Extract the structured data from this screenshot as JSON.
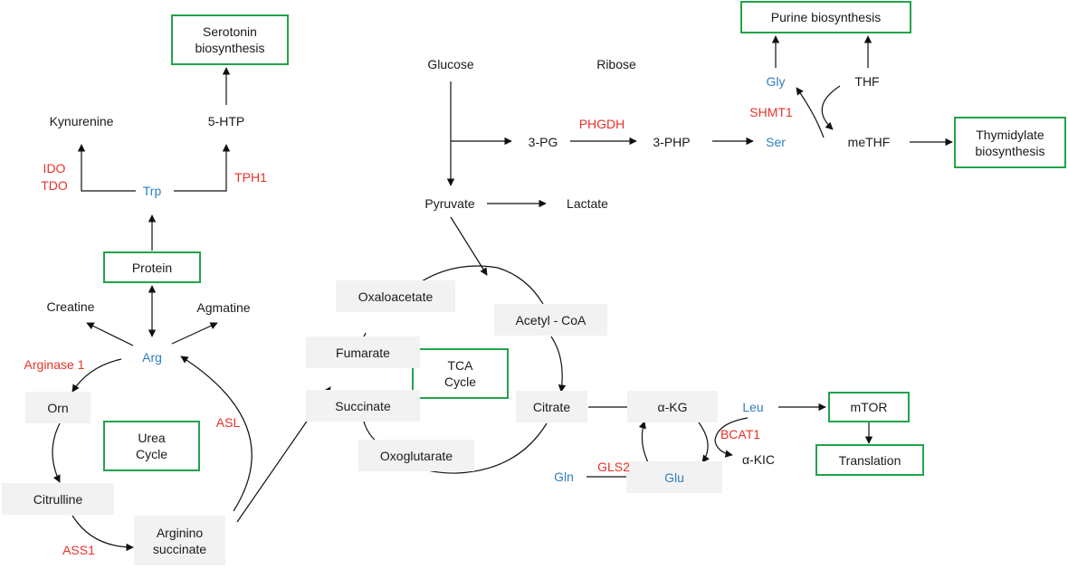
{
  "colors": {
    "metabolite": "#1a1a1a",
    "amino_acid": "#2e7fc1",
    "enzyme": "#e8322a",
    "process_box_border": "#22a34a",
    "intermediate_box": "#f2f2f2"
  },
  "process_boxes": {
    "serotonin": "Serotonin\nbiosynthesis",
    "protein": "Protein",
    "urea_cycle": "Urea\nCycle",
    "tca_cycle": "TCA\nCycle",
    "purine": "Purine biosynthesis",
    "thymidylate": "Thymidylate\nbiosynthesis",
    "mtor": "mTOR",
    "translation": "Translation"
  },
  "intermediate_boxes": {
    "orn": "Orn",
    "citrulline": "Citrulline",
    "argininosuccinate": "Arginino\nsuccinate",
    "oxaloacetate": "Oxaloacetate",
    "fumarate": "Fumarate",
    "succinate": "Succinate",
    "oxoglutarate": "Oxoglutarate",
    "acetyl_coa": "Acetyl - CoA",
    "citrate": "Citrate",
    "akg": "α-KG",
    "glu": "Glu"
  },
  "metabolites": {
    "kynurenine": "Kynurenine",
    "htp": "5-HTP",
    "creatine": "Creatine",
    "agmatine": "Agmatine",
    "glucose": "Glucose",
    "ribose": "Ribose",
    "pg": "3-PG",
    "php": "3-PHP",
    "pyruvate": "Pyruvate",
    "lactate": "Lactate",
    "thf": "THF",
    "methf": "meTHF",
    "akic": "α-KIC"
  },
  "amino_acids": {
    "trp": "Trp",
    "arg": "Arg",
    "gly": "Gly",
    "ser": "Ser",
    "leu": "Leu",
    "gln": "Gln"
  },
  "enzymes": {
    "ido": "IDO",
    "tdo": "TDO",
    "tph1": "TPH1",
    "arginase": "Arginase 1",
    "asl": "ASL",
    "ass1": "ASS1",
    "phgdh": "PHGDH",
    "shmt1": "SHMT1",
    "bcat1": "BCAT1",
    "gls2": "GLS2"
  }
}
